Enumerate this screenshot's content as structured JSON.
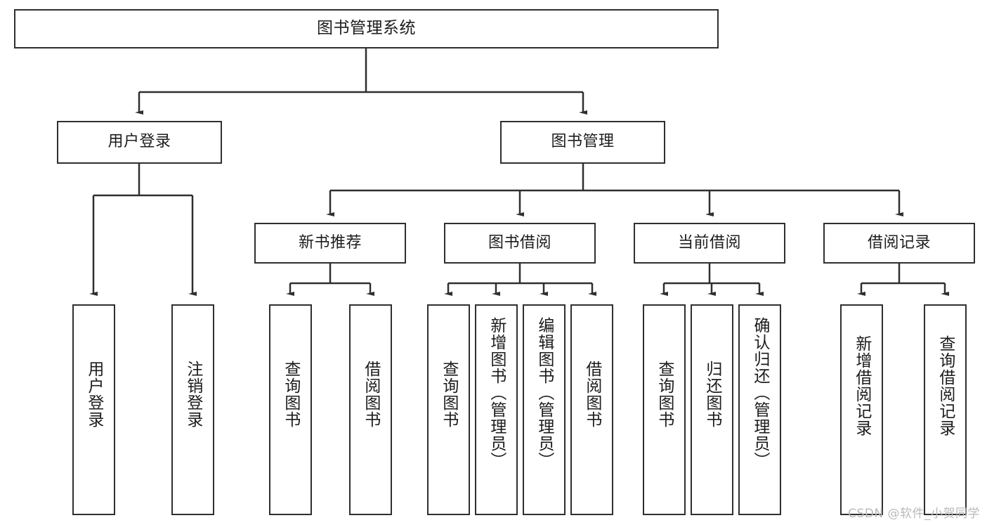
{
  "diagram": {
    "title": "图书管理系统",
    "type": "tree-hierarchy-chart",
    "root": {
      "label": "图书管理系统"
    },
    "level1": [
      {
        "label": "用户登录"
      },
      {
        "label": "图书管理"
      }
    ],
    "level2": [
      {
        "label": "新书推荐"
      },
      {
        "label": "图书借阅"
      },
      {
        "label": "当前借阅"
      },
      {
        "label": "借阅记录"
      }
    ],
    "leaves": {
      "user_login": [
        {
          "label": "用户登录"
        },
        {
          "label": "注销登录"
        }
      ],
      "new_book_recommend": [
        {
          "label": "查询图书"
        },
        {
          "label": "借阅图书"
        }
      ],
      "book_borrow": [
        {
          "label": "查询图书"
        },
        {
          "label": "新增图书（管理员）"
        },
        {
          "label": "编辑图书（管理员）"
        },
        {
          "label": "借阅图书"
        }
      ],
      "current_borrow": [
        {
          "label": "查询图书"
        },
        {
          "label": "归还图书"
        },
        {
          "label": "确认归还（管理员）"
        }
      ],
      "borrow_record": [
        {
          "label": "新增借阅记录"
        },
        {
          "label": "查询借阅记录"
        }
      ]
    }
  },
  "watermark": {
    "text": "CSDN @软件_小贺同学"
  },
  "colors": {
    "border": "#2f2f2f",
    "text": "#1c1c1c",
    "background": "#ffffff",
    "watermark": "#b9b9b9"
  }
}
